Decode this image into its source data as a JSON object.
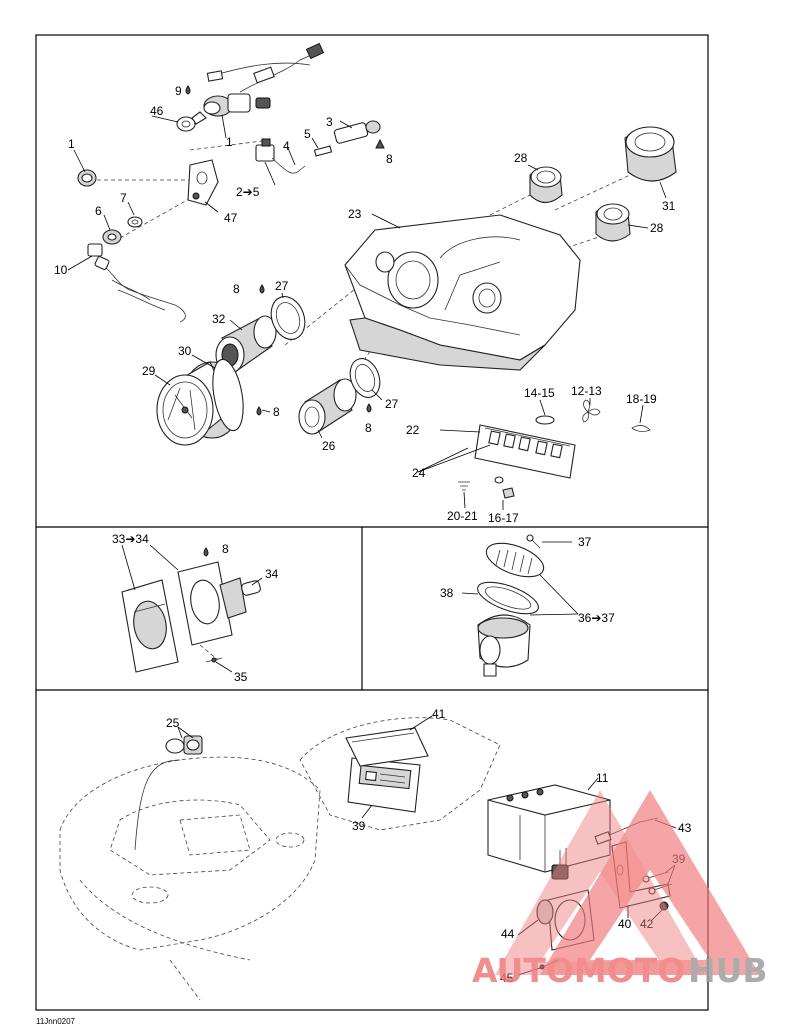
{
  "callouts": {
    "c1": "1",
    "c1b": "1",
    "c2_5": "2➔5",
    "c3": "3",
    "c4": "4",
    "c5": "5",
    "c6": "6",
    "c7": "7",
    "c8a": "8",
    "c8b": "8",
    "c8c": "8",
    "c8d": "8",
    "c8e": "8",
    "c9": "9",
    "c10": "10",
    "c11": "11",
    "c12_13": "12-13",
    "c14_15": "14-15",
    "c16_17": "16-17",
    "c18_19": "18-19",
    "c20_21": "20-21",
    "c22": "22",
    "c23": "23",
    "c24": "24",
    "c25": "25",
    "c26": "26",
    "c27a": "27",
    "c27b": "27",
    "c28a": "28",
    "c28b": "28",
    "c29": "29",
    "c30": "30",
    "c31": "31",
    "c32": "32",
    "c33_34": "33➔34",
    "c34": "34",
    "c35": "35",
    "c36_37": "36➔37",
    "c37": "37",
    "c38": "38",
    "c39a": "39",
    "c39b": "39",
    "c40": "40",
    "c41": "41",
    "c42": "42",
    "c43": "43",
    "c44": "44",
    "c45": "45",
    "c46": "46",
    "c47": "47"
  },
  "drawing_code": "11Jnn0207",
  "watermark": {
    "text_part1": "AUTOMOTO",
    "text_part2": "HUB",
    "color_primary": "#f07a7a",
    "color_dark": "#9e9e9e"
  },
  "colors": {
    "line": "#222222",
    "fill_light": "#d6d6d6",
    "fill_dark": "#555555"
  }
}
